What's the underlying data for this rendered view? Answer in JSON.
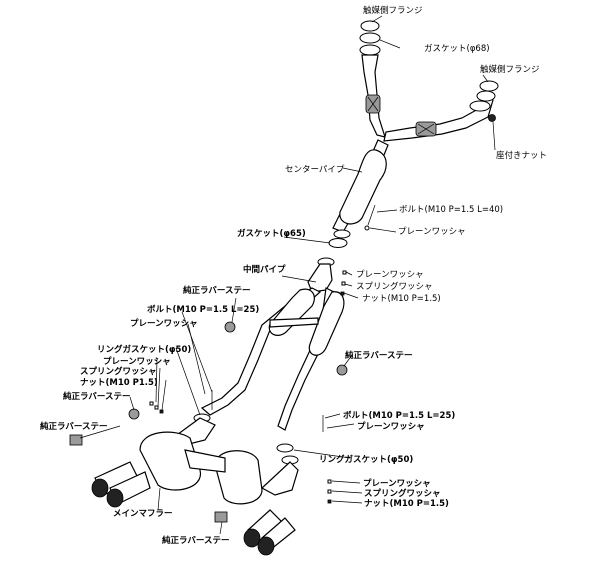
{
  "labels": {
    "catalyst_flange_top": "触媒側フランジ",
    "gasket_68": "ガスケット(φ68)",
    "catalyst_flange_right": "触媒側フランジ",
    "seated_nut": "座付きナット",
    "center_pipe": "センターパイプ",
    "bolt_m10_40": "ボルト(M10 P=1.5 L=40)",
    "plain_washer_1": "プレーンワッシャ",
    "gasket_65": "ガスケット(φ65)",
    "mid_pipe": "中間パイプ",
    "plain_washer_2": "プレーンワッシャ",
    "spring_washer_1": "スプリングワッシャ",
    "nut_m10_1": "ナット(M10 P=1.5)",
    "oem_rubber_stay_1": "純正ラバーステー",
    "bolt_m10_25_left": "ボルト(M10 P=1.5 L=25)",
    "plain_washer_3": "プレーンワッシャ",
    "ring_gasket_50_left": "リングガスケット(φ50)",
    "plain_washer_4": "プレーンワッシャ",
    "spring_washer_2": "スプリングワッシャ",
    "nut_m10_left": "ナット(M10 P1.5)",
    "oem_rubber_stay_2": "純正ラバーステー",
    "oem_rubber_stay_3": "純正ラバーステー",
    "oem_rubber_stay_right": "純正ラバーステー",
    "bolt_m10_25_right": "ボルト(M10 P=1.5 L=25)",
    "plain_washer_5": "プレーンワッシャ",
    "ring_gasket_50_right": "リングガスケット(φ50)",
    "plain_washer_6": "プレーンワッシャ",
    "spring_washer_3": "スプリングワッシャ",
    "nut_m10_right": "ナット(M10 P=1.5)",
    "main_muffler": "メインマフラー",
    "oem_rubber_stay_bottom": "純正ラバーステー"
  }
}
